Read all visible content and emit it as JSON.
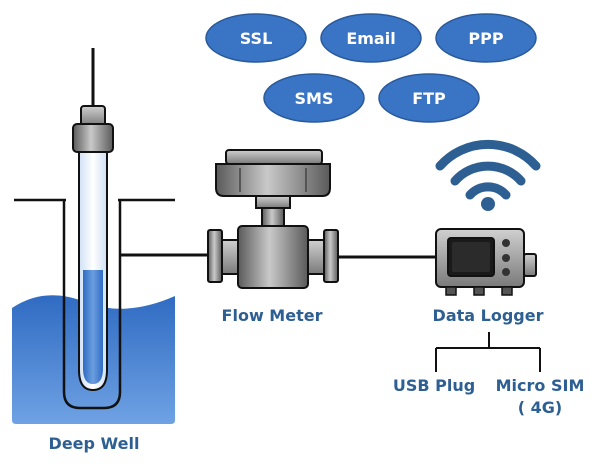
{
  "protocols": {
    "ssl": "SSL",
    "email": "Email",
    "ppp": "PPP",
    "sms": "SMS",
    "ftp": "FTP"
  },
  "labels": {
    "deep_well": "Deep Well",
    "flow_meter": "Flow Meter",
    "data_logger": "Data Logger",
    "usb_plug": "USB Plug",
    "micro_sim": "Micro SIM",
    "micro_sim_sub": "( 4G)"
  },
  "colors": {
    "accent_blue": "#2d5f93",
    "pill_blue": "#3a74c4",
    "water_blue": "#3f7ed3",
    "metal_grey": "#8a8a8a",
    "outline": "#111111"
  }
}
